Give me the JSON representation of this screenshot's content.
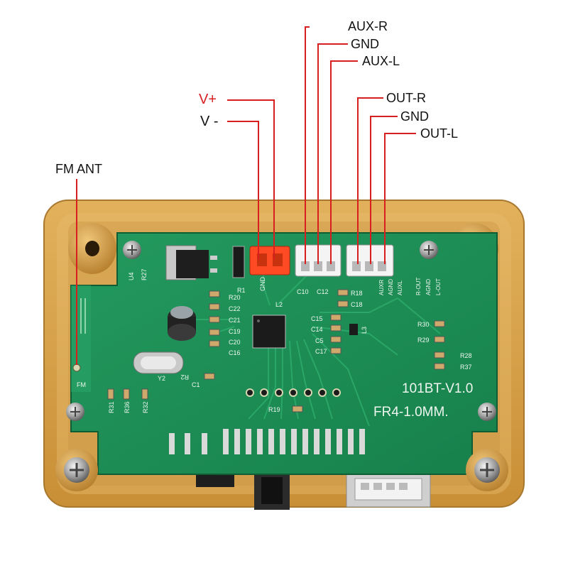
{
  "labels": {
    "aux_r": "AUX-R",
    "gnd_aux": "GND",
    "aux_l": "AUX-L",
    "v_plus": "V+",
    "v_minus": "V -",
    "out_r": "OUT-R",
    "gnd_out": "GND",
    "out_l": "OUT-L",
    "fm_ant": "FM ANT"
  },
  "board": {
    "version": "101BT-V1.0",
    "material": "FR4-1.0MM.",
    "silk_fm": "FM",
    "silk_y2": "Y2",
    "silk_c1": "C1",
    "silk_u4": "U4",
    "silk_r27": "R27",
    "silk_r1": "R1",
    "silk_r2": "R2",
    "silk_r20": "R20",
    "silk_c22": "C22",
    "silk_c21": "C21",
    "silk_c19": "C19",
    "silk_c20": "C20",
    "silk_c16": "C16",
    "silk_l2": "L2",
    "silk_c15": "C15",
    "silk_c14": "C14",
    "silk_c5": "C5",
    "silk_c17": "C17",
    "silk_l3": "L3",
    "silk_r18": "R18",
    "silk_c18": "C18",
    "silk_c10": "C10",
    "silk_c12": "C12",
    "silk_r19": "R19",
    "silk_r30": "R30",
    "silk_r29": "R29",
    "silk_r28": "R28",
    "silk_r37": "R37",
    "silk_r31": "R31",
    "silk_r36": "R36",
    "silk_r32": "R32",
    "silk_pins": [
      "AUXR",
      "AGND",
      "AUXL",
      "R-OUT",
      "AGND",
      "L-OUT"
    ],
    "silk_gnd": "GND"
  },
  "colors": {
    "pcb": "#1f8f57",
    "case": "#d8a24a",
    "leader_red": "#d81e1e",
    "label_red": "#d81e1e"
  }
}
